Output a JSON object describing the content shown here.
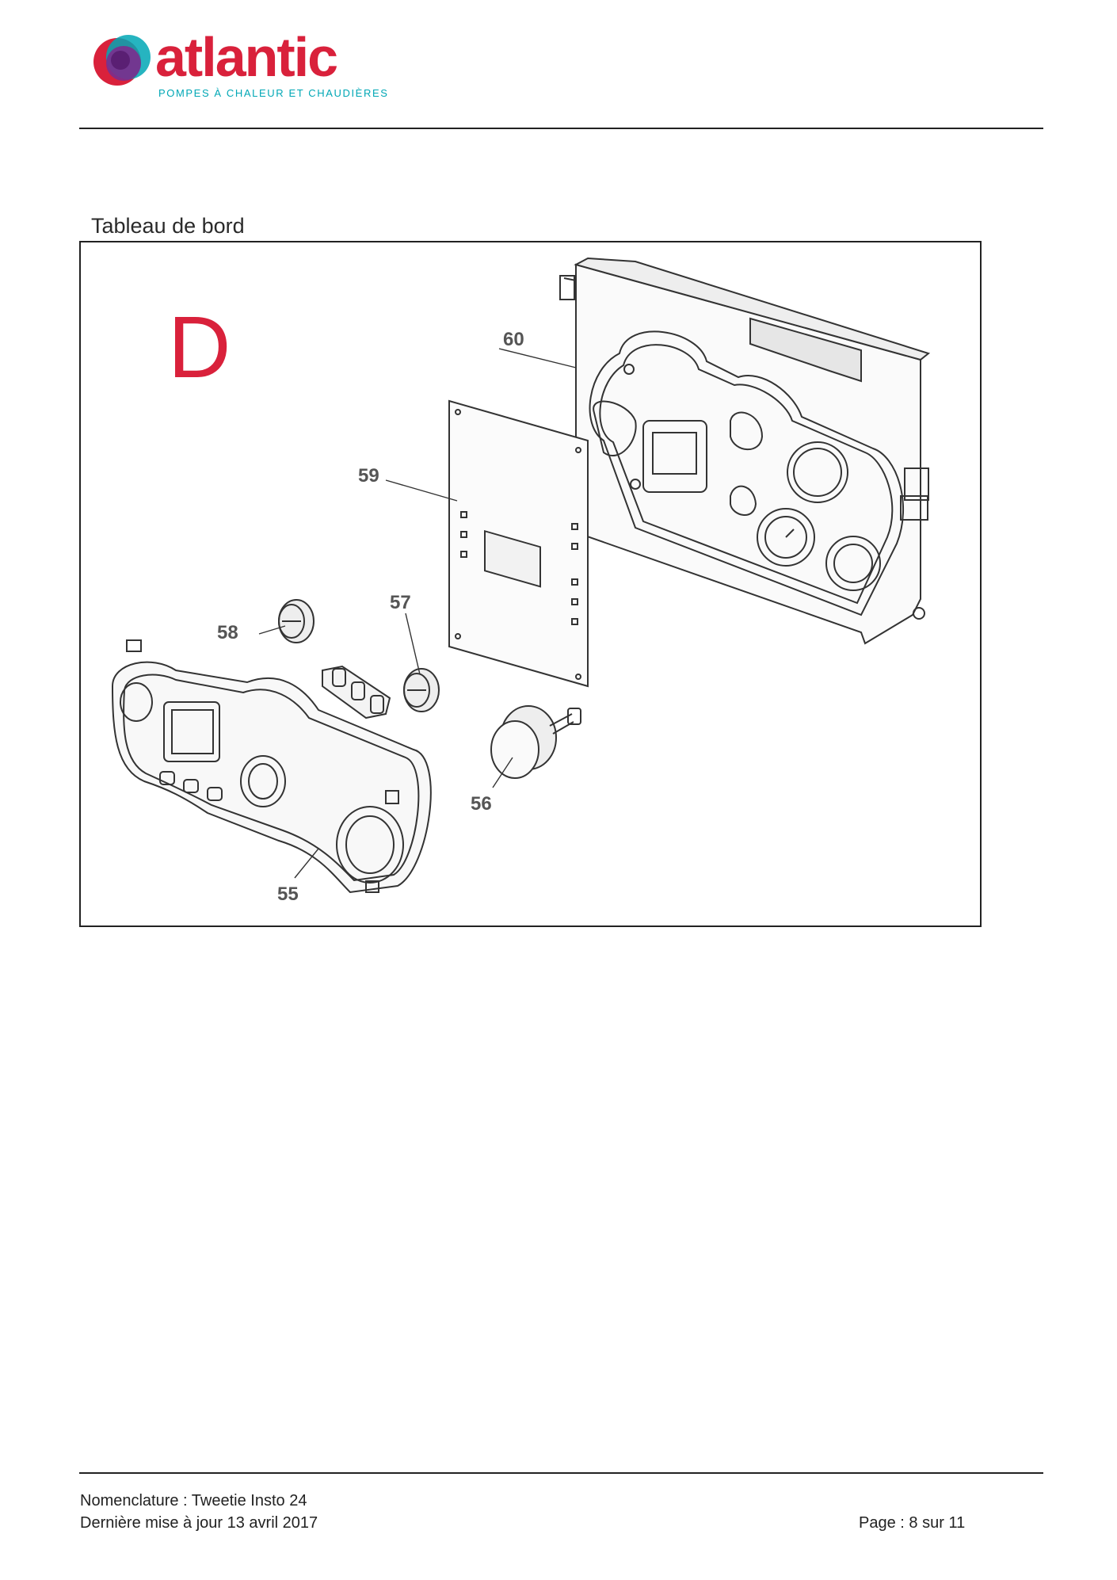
{
  "header": {
    "brand_name": "atlantic",
    "brand_tagline": "POMPES À CHALEUR ET CHAUDIÈRES",
    "colors": {
      "brand_red": "#d9213b",
      "brand_teal": "#00a7b5",
      "brand_purple": "#7b2d8e"
    }
  },
  "section": {
    "title": "Tableau de bord",
    "diagram_letter": "D",
    "letter_color": "#d9213b"
  },
  "diagram": {
    "part_labels": [
      "55",
      "56",
      "57",
      "58",
      "59",
      "60"
    ]
  },
  "footer": {
    "line1": "Nomenclature : Tweetie Insto 24",
    "line2": "Dernière mise à jour 13 avril 2017",
    "page_label": "Page :",
    "page_current": "8",
    "page_sep": "sur",
    "page_total": "11"
  }
}
